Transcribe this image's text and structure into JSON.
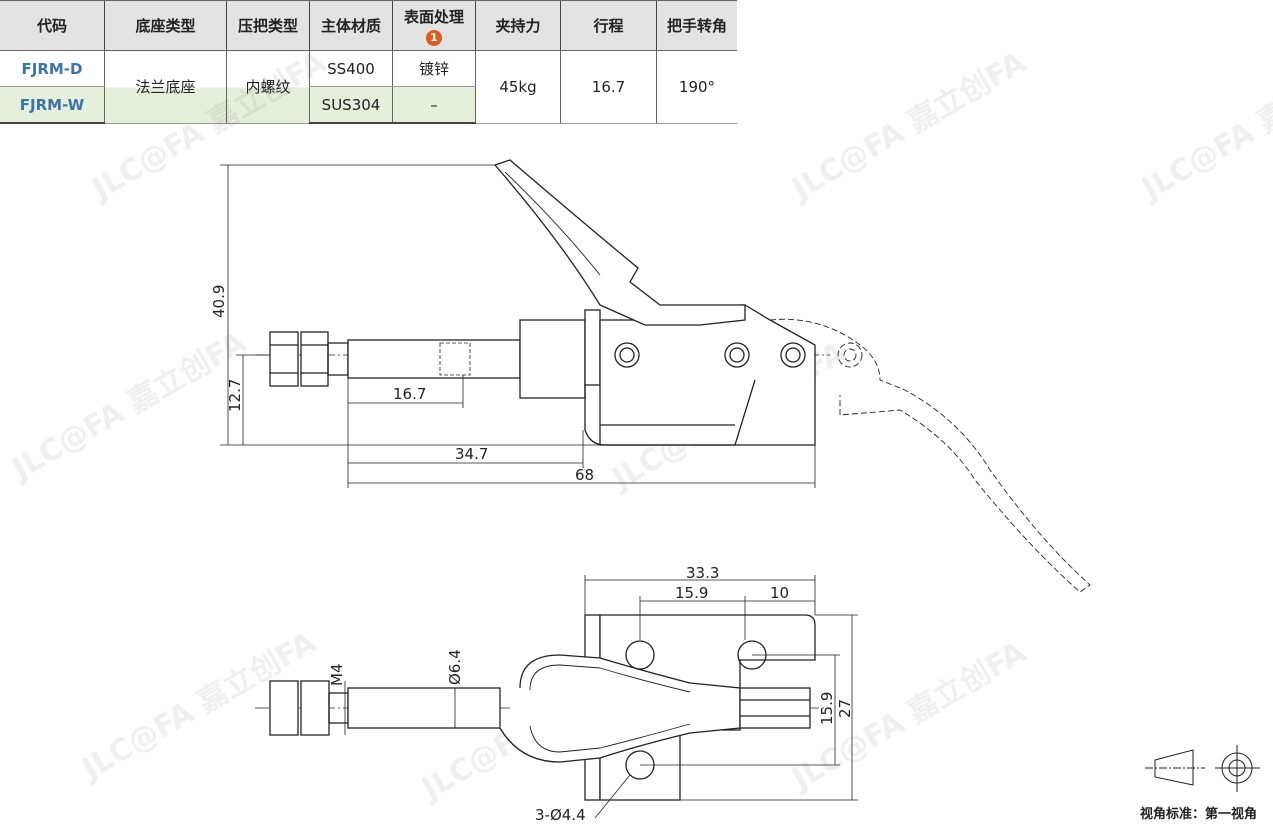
{
  "table": {
    "headers": [
      "代码",
      "底座类型",
      "压把类型",
      "主体材质",
      "表面处理",
      "夹持力",
      "行程",
      "把手转角"
    ],
    "note_badge": "1",
    "rows": [
      {
        "code": "FJRM-D",
        "base": "法兰底座",
        "handle": "内螺纹",
        "material": "SS400",
        "surface": "镀锌",
        "force": "45kg",
        "stroke": "16.7",
        "angle": "190°"
      },
      {
        "code": "FJRM-W",
        "material": "SUS304",
        "surface": "–"
      }
    ]
  },
  "side_view_dims": {
    "height": "40.9",
    "axis_height": "12.7",
    "stroke": "16.7",
    "to_flange": "34.7",
    "length": "68"
  },
  "top_view_dims": {
    "width": "33.3",
    "hole_pitch_x": "15.9",
    "edge": "10",
    "hole_pitch_y": "15.9",
    "height": "27",
    "thread": "M4",
    "rod_dia": "Ø6.4",
    "holes": "3-Ø4.4"
  },
  "legend": {
    "text": "视角标准：第一视角"
  },
  "watermark": "JLC@FA 嘉立创FA"
}
